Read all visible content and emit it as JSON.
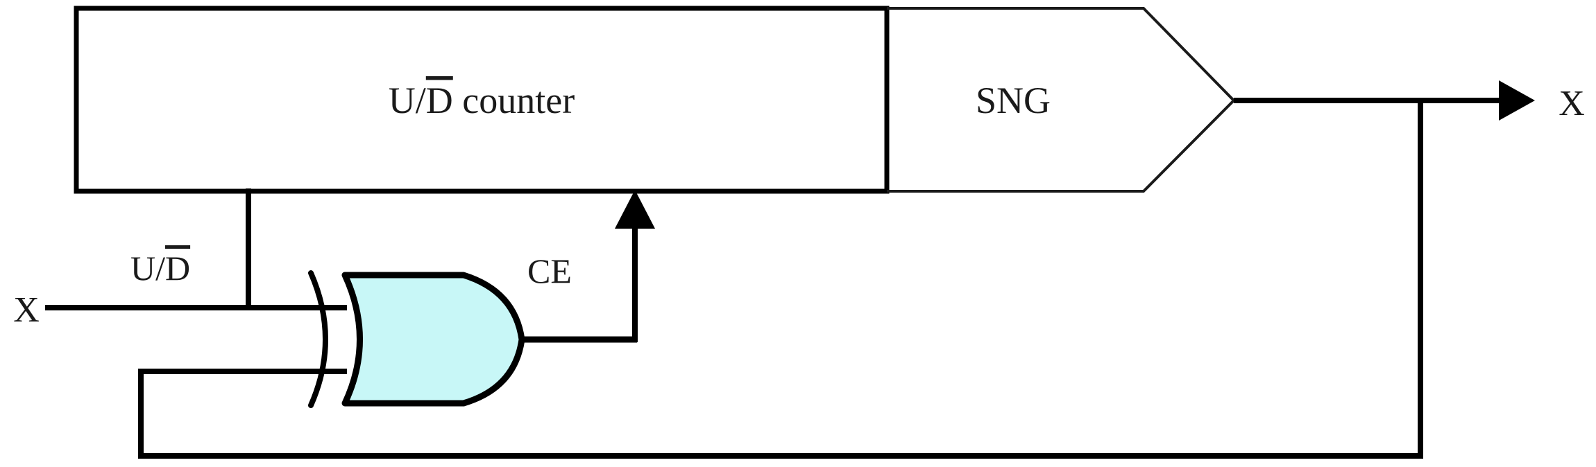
{
  "diagram": {
    "title": "Stochastic up/down counter with SNG and XOR feedback",
    "background_color": "#ffffff",
    "line_color": "#000000",
    "gate_fill_color": "#c8f7f7"
  },
  "blocks": [
    {
      "id": "counter",
      "name": "counter-block",
      "label_prefix": "U/",
      "label_overline": "D",
      "label_suffix": " counter",
      "shape": "rectangle"
    },
    {
      "id": "sng",
      "name": "sng-block",
      "label": "SNG",
      "shape": "pointed-right-pentagon"
    }
  ],
  "gates": [
    {
      "id": "xor1",
      "name": "xor-gate",
      "type": "XOR",
      "fill": "#c8f7f7",
      "inputs": 2
    }
  ],
  "signals": {
    "input_x": "X",
    "output_x": "X",
    "up_down_prefix": "U/",
    "up_down_overline": "D",
    "count_enable": "CE"
  },
  "ports": {
    "left_input_label": "X",
    "right_output_label": "X"
  },
  "nets": [
    {
      "name": "x-input-wire",
      "from": "X input",
      "to": "XOR top input"
    },
    {
      "name": "ud-branch-wire",
      "from": "X input wire",
      "to": "U/D counter bottom"
    },
    {
      "name": "ce-wire",
      "from": "XOR output",
      "to": "counter CE input"
    },
    {
      "name": "counter-to-sng-wire",
      "from": "U/D counter",
      "to": "SNG"
    },
    {
      "name": "sng-output-wire",
      "from": "SNG apex",
      "to": "X output arrow"
    },
    {
      "name": "feedback-wire",
      "from": "SNG output tap",
      "to": "XOR bottom input"
    }
  ]
}
